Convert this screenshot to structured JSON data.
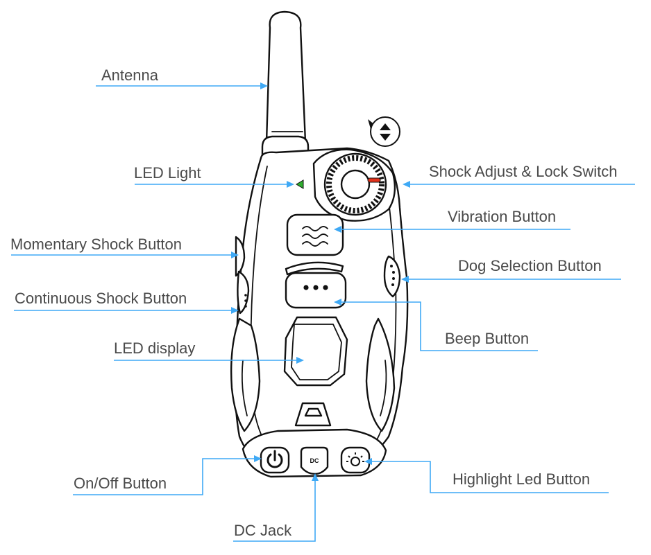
{
  "labels": {
    "antenna": "Antenna",
    "led_light": "LED Light",
    "shock_adjust": "Shock Adjust & Lock Switch",
    "vibration_button": "Vibration Button",
    "momentary_shock": "Momentary Shock Button",
    "dog_selection": "Dog Selection Button",
    "continuous_shock": "Continuous Shock Button",
    "beep_button": "Beep Button",
    "led_display": "LED display",
    "on_off": "On/Off Button",
    "highlight_led": "Highlight Led Button",
    "dc_jack": "DC Jack"
  },
  "device": {
    "dc_jack_mark": "DC"
  },
  "colors": {
    "leader": "#3fa9f5",
    "label_text": "#4a4a4a",
    "outline": "#111111",
    "led_light": "#2fae2f",
    "dial_indicator": "#e2321b"
  }
}
